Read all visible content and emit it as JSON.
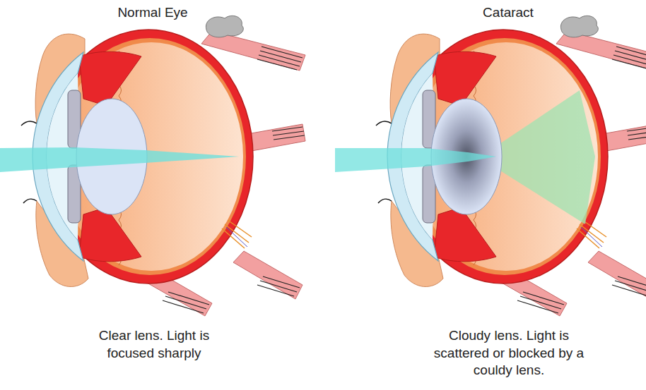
{
  "diagram": {
    "labels": [
      "Normal Eye",
      "Cataract",
      "Clear lens. Light is focused sharply",
      "Cloudy lens. Light is scattered or blocked by a couldy lens."
    ]
  }
}
